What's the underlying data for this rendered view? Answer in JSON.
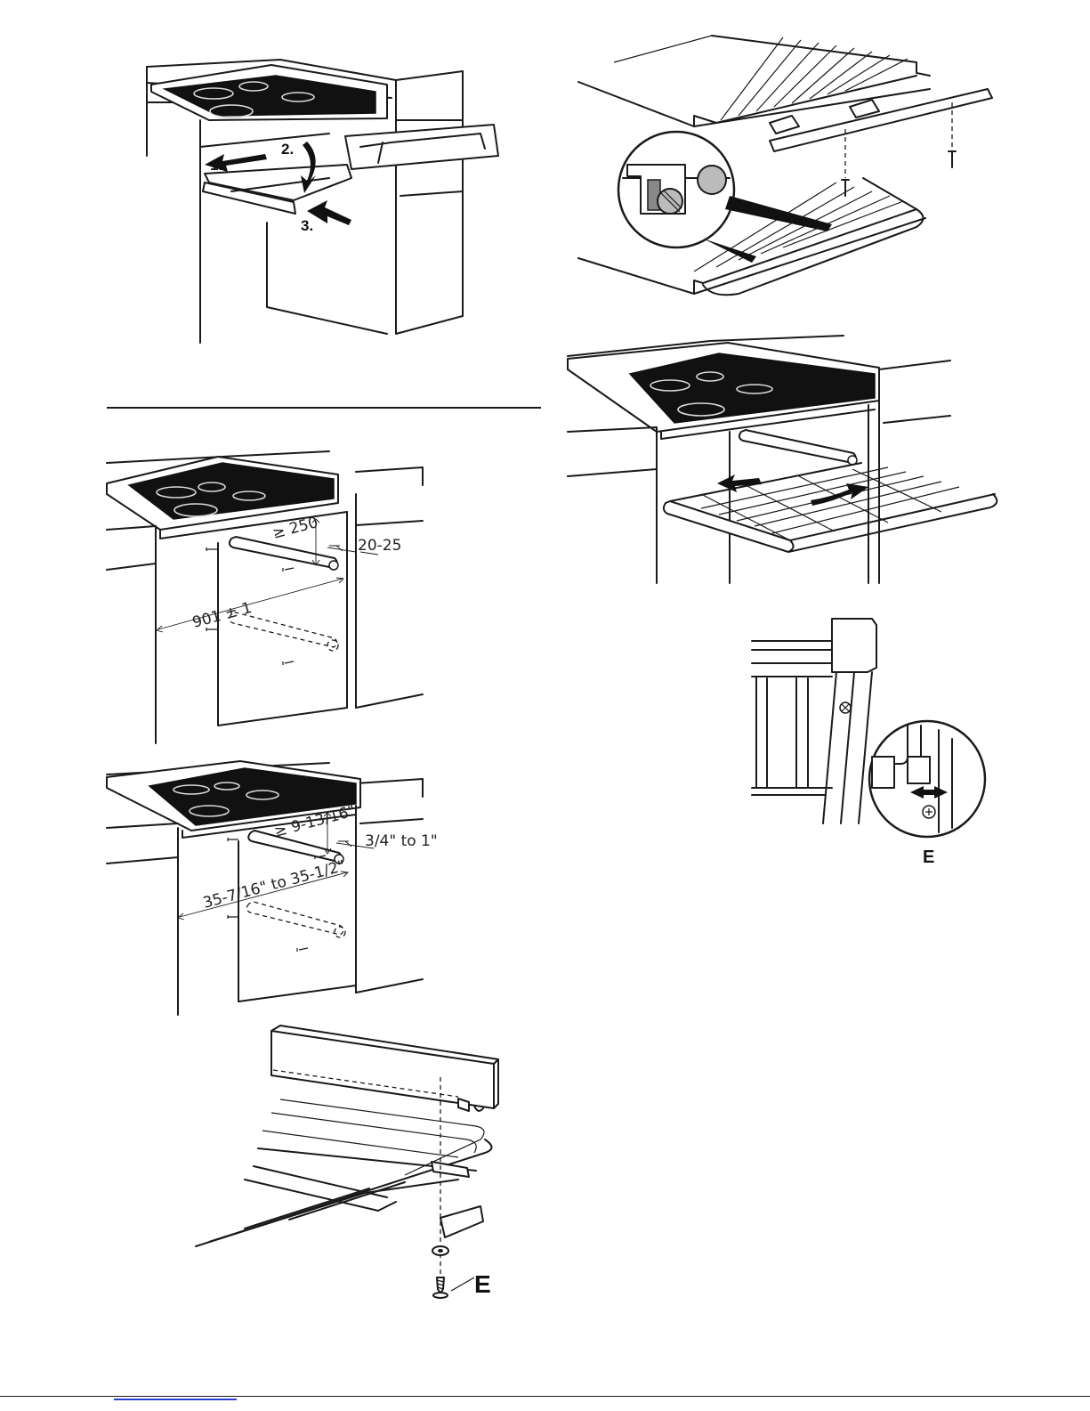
{
  "figure1": {
    "steps": [
      "1.",
      "2.",
      "3."
    ]
  },
  "figure3": {
    "dim_height": "≥ 250",
    "dim_gap": "20-25",
    "dim_width": "901 ± 1"
  },
  "figure4": {
    "dim_height": "≥ 9-13/16\"",
    "dim_gap": "3/4\" to 1\"",
    "dim_width": "35-7/16\" to 35-1/2\""
  },
  "figure5": {
    "label": "E"
  },
  "figure7": {
    "label": "E"
  }
}
